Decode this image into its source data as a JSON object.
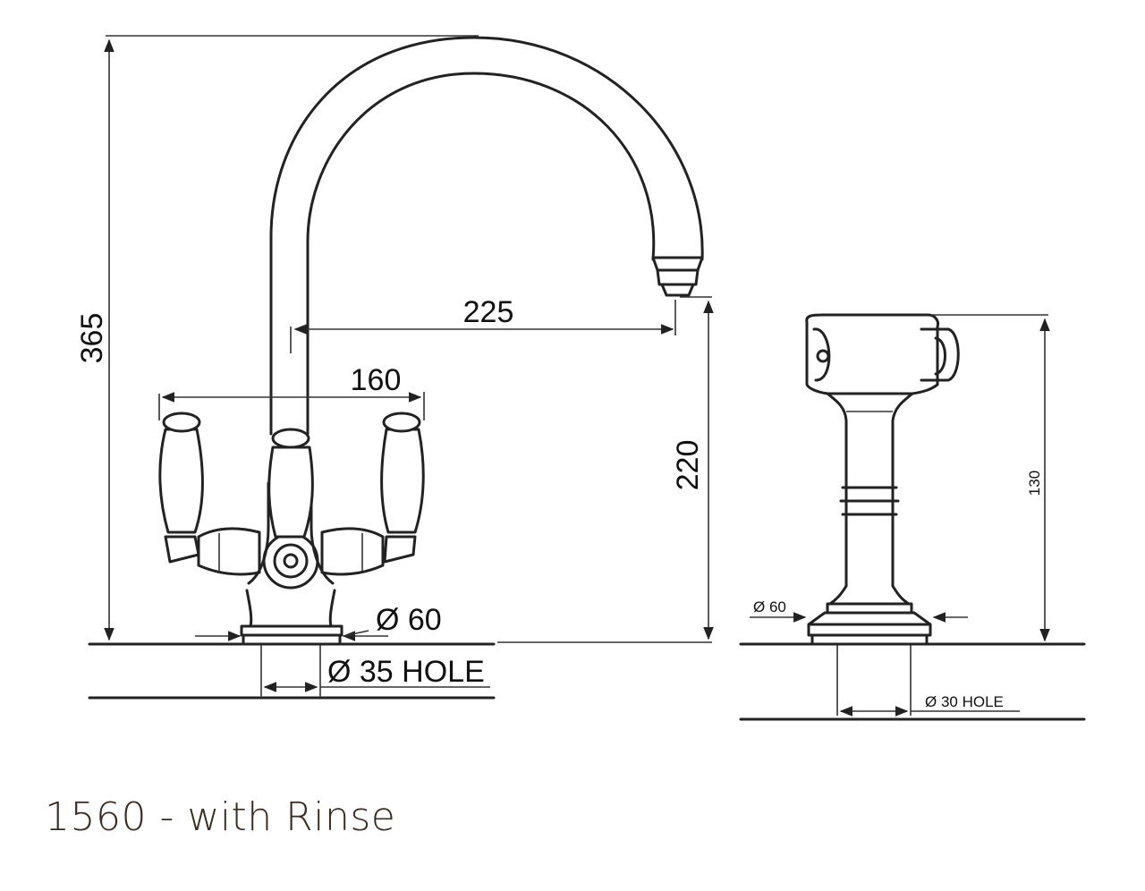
{
  "caption": "1560 - with Rinse",
  "dimensions": {
    "overall_height": "365",
    "spout_reach": "225",
    "handle_span": "160",
    "spout_clearance": "220",
    "base_diameter": "Ø 60",
    "mixer_hole": "Ø 35 HOLE",
    "rinse_height": "130",
    "rinse_base_diameter": "Ø 60",
    "rinse_hole": "Ø 30 HOLE"
  }
}
